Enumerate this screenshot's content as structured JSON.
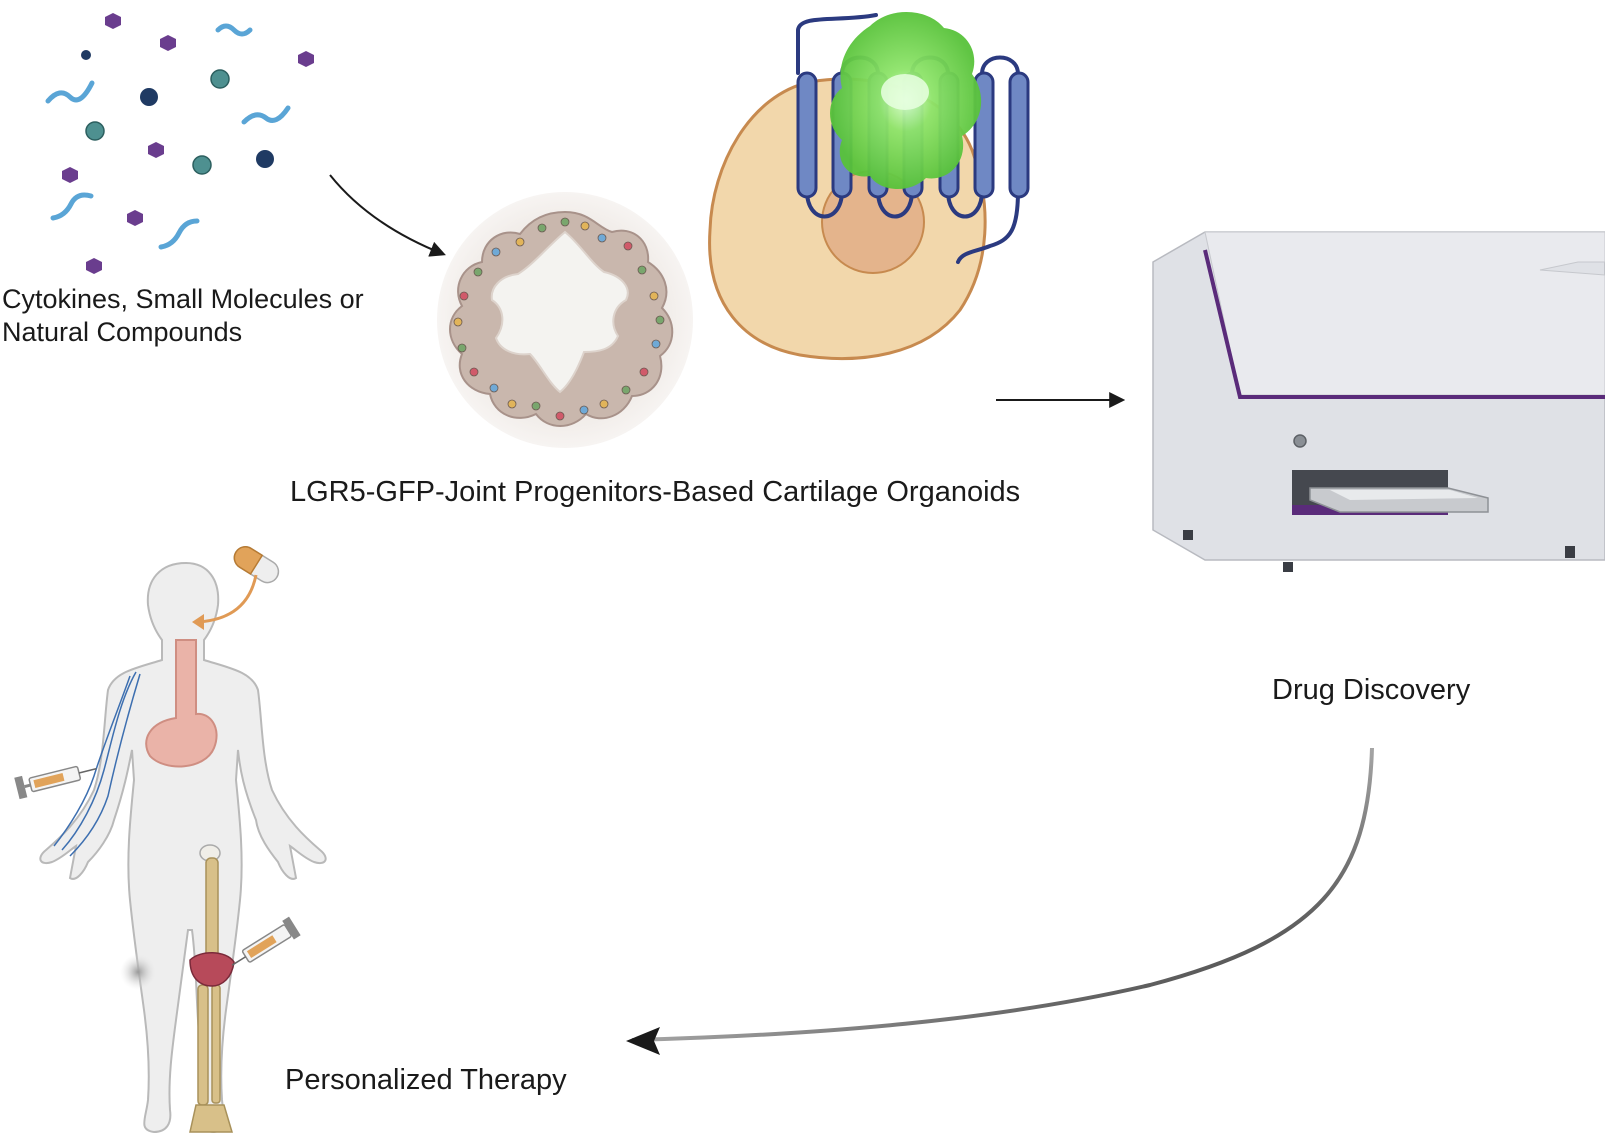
{
  "labels": {
    "compounds_line1": "Cytokines, Small Molecules or",
    "compounds_line2": "Natural Compounds",
    "organoids": "LGR5-GFP-Joint Progenitors-Based Cartilage Organoids",
    "drug_discovery": "Drug Discovery",
    "therapy": "Personalized Therapy"
  },
  "colors": {
    "arrow": "#1a1a1a",
    "molecule_purple": "#6a3d8e",
    "molecule_teal": "#4e9090",
    "molecule_navy": "#1f3a63",
    "squiggle_blue": "#5aa5d6",
    "cell_body": "#f2d7ab",
    "nucleus": "#e4b48c",
    "receptor": "#6f88c4",
    "receptor_outline": "#2b3a80",
    "gfp": "#6cd14a",
    "reader_body": "#dfe1e6",
    "reader_accent": "#5a2b7a"
  },
  "icons": {
    "molecules": "molecule-cluster-icon",
    "organoid": "cartilage-organoid-icon",
    "cell": "gfp-cell-receptor-icon",
    "reader": "plate-reader-instrument-icon",
    "human": "human-body-icon",
    "pill": "pill-capsule-icon",
    "syringe": "syringe-icon"
  }
}
